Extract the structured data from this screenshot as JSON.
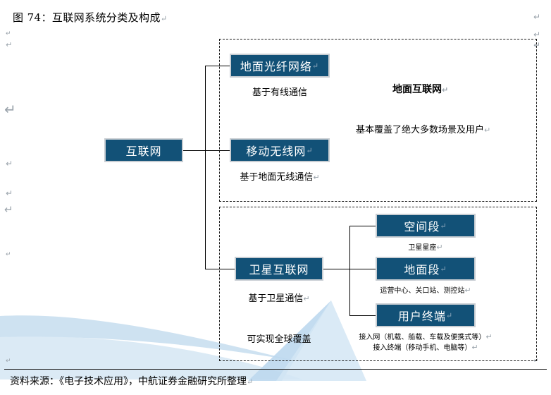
{
  "figure": {
    "title": "图 74：互联网系统分类及构成",
    "pilcrow": "↵"
  },
  "root": {
    "label": "互联网"
  },
  "terrestrial_panel": {
    "heading": "地面互联网",
    "note": "基本覆盖了绝大多数场景及用户",
    "nodes": [
      {
        "label": "地面光纤网络",
        "caption": "基于有线通信"
      },
      {
        "label": "移动无线网",
        "caption": "基于地面无线通信"
      }
    ]
  },
  "satellite_panel": {
    "node": {
      "label": "卫星互联网"
    },
    "captions": [
      "基于卫星通信",
      "可实现全球覆盖"
    ],
    "nodes": [
      {
        "label": "空间段",
        "caption": "卫星星座"
      },
      {
        "label": "地面段",
        "caption": "运营中心、关口站、测控站"
      },
      {
        "label": "用户终端",
        "caption_line1": "接入网（机载、船载、车载及便携式等）",
        "caption_line2": "接入终端（移动手机、电脑等）"
      }
    ]
  },
  "footer": {
    "source": "资料来源：《电子技术应用》，中航证券金融研究所整理"
  },
  "colors": {
    "box_fill": "#125177",
    "box_border": "#c9ced3",
    "box_text": "#ffffff",
    "swoosh": "#c5ddef",
    "pilcrow": "#9aa3ab",
    "line": "#000000"
  },
  "margin_marks": {
    "glyph": "↵"
  }
}
